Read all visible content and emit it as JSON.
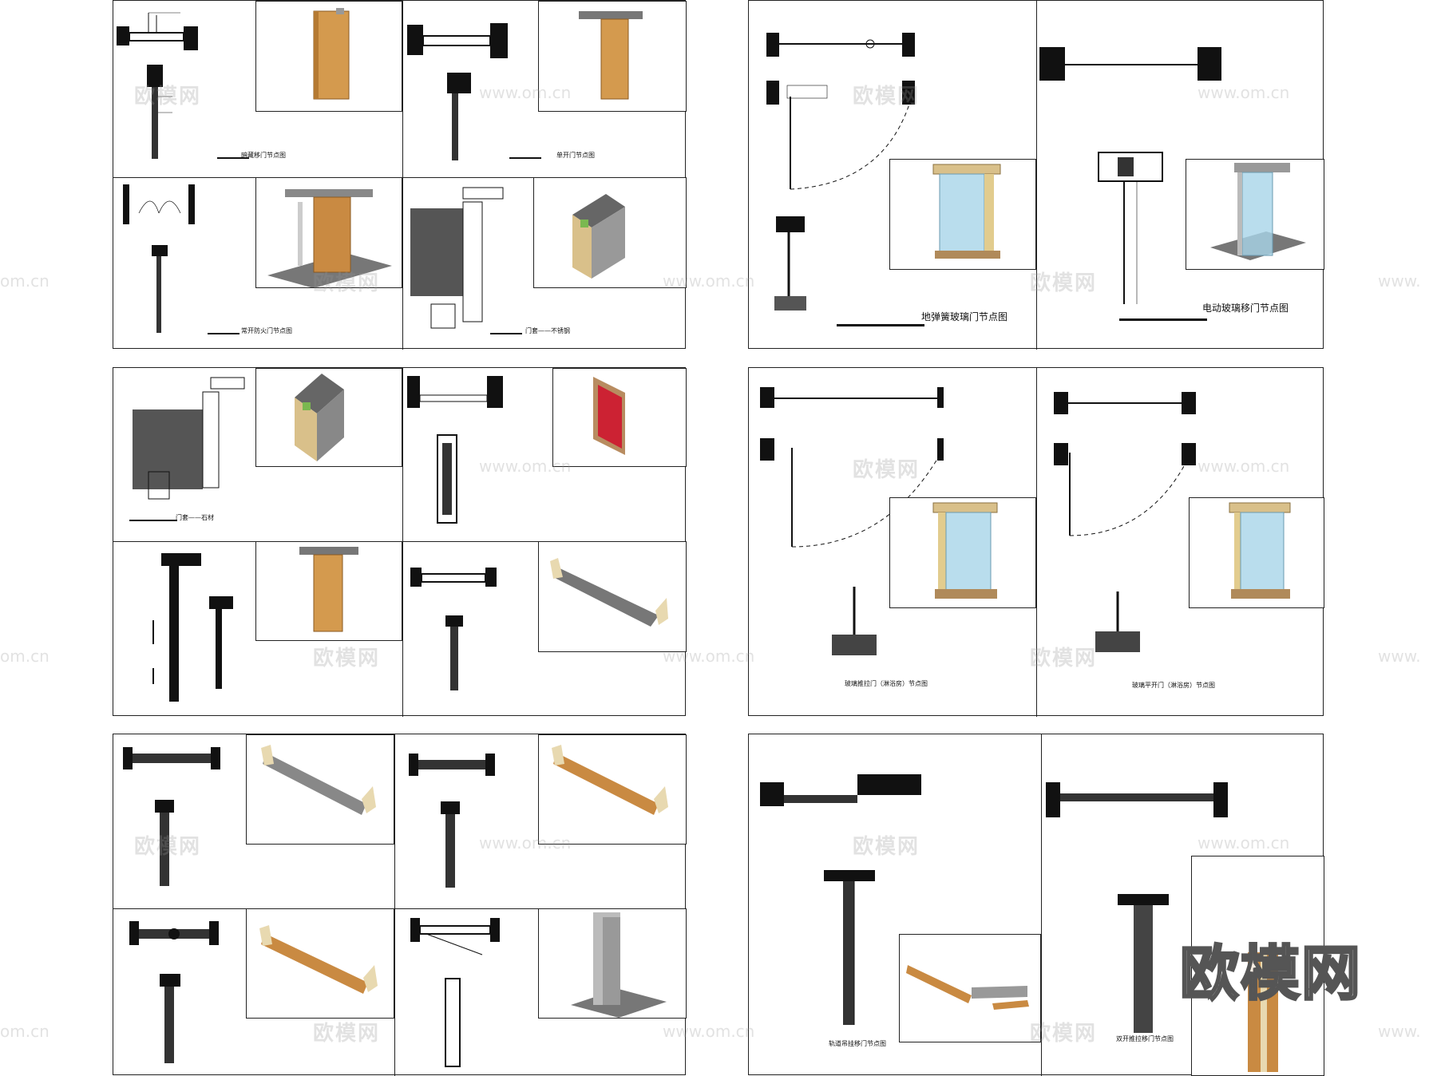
{
  "captions": {
    "c1": "暗藏移门节点图",
    "c2": "单开门节点图",
    "c3": "常开防火门节点图",
    "c4": "门套——不锈钢",
    "c5": "门套——石材",
    "c6": "地弹簧玻璃门节点图",
    "c7": "电动玻璃移门节点图",
    "c8": "玻璃推拉门（淋浴房）节点图",
    "c9": "玻璃平开门（淋浴房）节点图",
    "c10": "轨道吊挂移门节点图",
    "c11": "双开推拉移门节点图"
  },
  "watermarks": {
    "brand_cn": "欧模网",
    "url": "www.om.cn",
    "url_cut": "om.cn",
    "url_cut2": "www."
  },
  "logo": "欧模网"
}
